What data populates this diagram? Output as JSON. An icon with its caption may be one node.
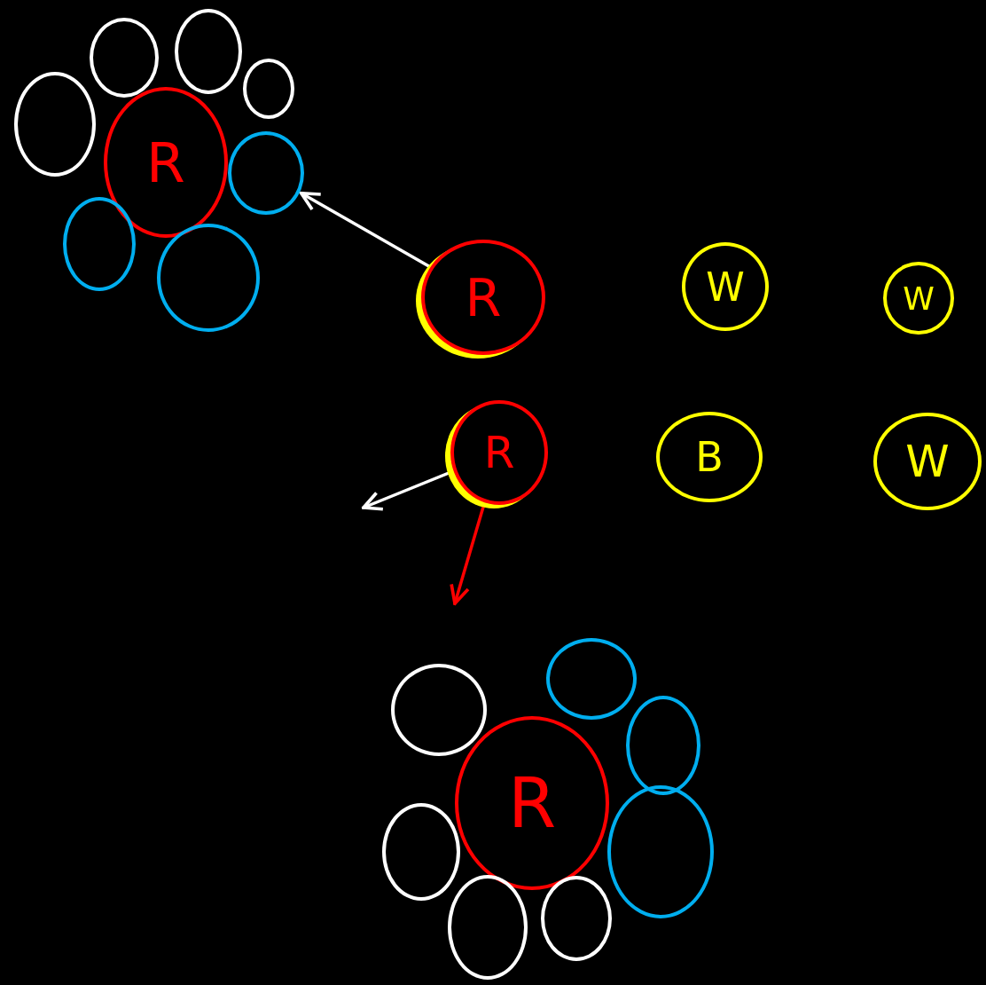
{
  "diagram": {
    "nodes": [
      {
        "text": [
          "R"
        ]
      },
      {
        "text": [],
        "shape": "circle"
      },
      {
        "text": [],
        "shape": "circle"
      },
      {
        "text": [],
        "shape": "circle"
      },
      {
        "text": [],
        "shape": "circle"
      },
      {
        "text": [],
        "shape": "circle"
      },
      {
        "text": [],
        "shape": "circle"
      },
      {
        "text": [],
        "shape": "circle"
      },
      {
        "text": [
          "R"
        ]
      },
      {
        "text": [
          "W"
        ]
      },
      {
        "text": [
          "W"
        ]
      },
      {
        "text": [
          "R"
        ]
      },
      {
        "text": [
          "B"
        ]
      },
      {
        "text": [
          "W"
        ]
      },
      {
        "text": [
          "R"
        ]
      },
      {
        "text": [],
        "shape": "circle"
      },
      {
        "text": [],
        "shape": "circle"
      },
      {
        "text": [],
        "shape": "circle"
      },
      {
        "text": [],
        "shape": "circle"
      },
      {
        "text": [],
        "shape": "circle"
      },
      {
        "text": [],
        "shape": "circle"
      },
      {
        "text": [],
        "shape": "circle"
      }
    ],
    "edges": [
      {
        "from": 8,
        "to": 6,
        "arrow": "to"
      },
      {
        "from": 11,
        "to": null,
        "arrow": "to"
      },
      {
        "from": 11,
        "to": null,
        "arrow": "to",
        "color": "#ff0000"
      }
    ]
  }
}
